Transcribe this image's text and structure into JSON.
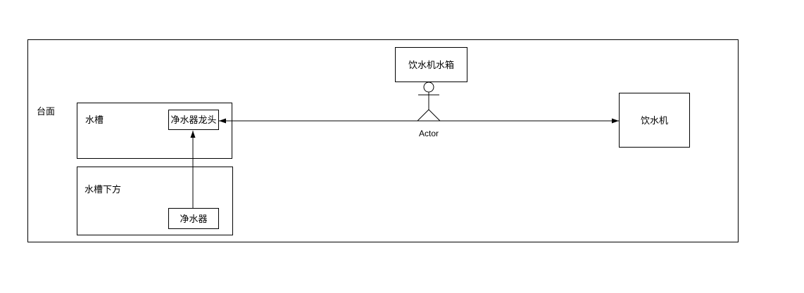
{
  "diagram": {
    "colors": {
      "background": "#ffffff",
      "stroke": "#000000",
      "text": "#000000"
    },
    "nodes": {
      "countertop": {
        "label": "台面"
      },
      "sink": {
        "label": "水槽"
      },
      "purifier_faucet": {
        "label": "净水器龙头"
      },
      "under_sink": {
        "label": "水槽下方"
      },
      "purifier": {
        "label": "净水器"
      },
      "dispenser_tank": {
        "label": "饮水机水箱"
      },
      "dispenser": {
        "label": "饮水机"
      },
      "actor": {
        "label": "Actor"
      }
    },
    "connectors": {
      "purifier_to_faucet": {
        "type": "arrow-up"
      },
      "faucet_dispenser": {
        "type": "arrow-both"
      }
    }
  }
}
